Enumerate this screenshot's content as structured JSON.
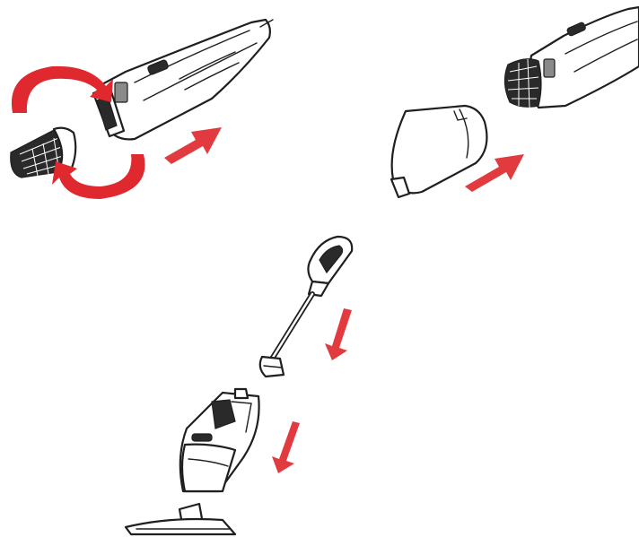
{
  "colors": {
    "arrow": "#e23b3f",
    "rotate_arrow": "#e0282f",
    "ink": "#1f1f1f",
    "dark_part": "#2a2a2a",
    "background": "#ffffff"
  },
  "steps": [
    {
      "id": "twist-filter",
      "icon": "rotate-arrows-icon",
      "direction": "up-right"
    },
    {
      "id": "attach-dust-cup",
      "icon": "insert-arrow-icon",
      "direction": "up-right"
    },
    {
      "id": "insert-extension-handle",
      "icon": "insert-arrow-icon",
      "direction": "down"
    },
    {
      "id": "insert-floor-nozzle",
      "icon": "insert-arrow-icon",
      "direction": "down"
    }
  ]
}
